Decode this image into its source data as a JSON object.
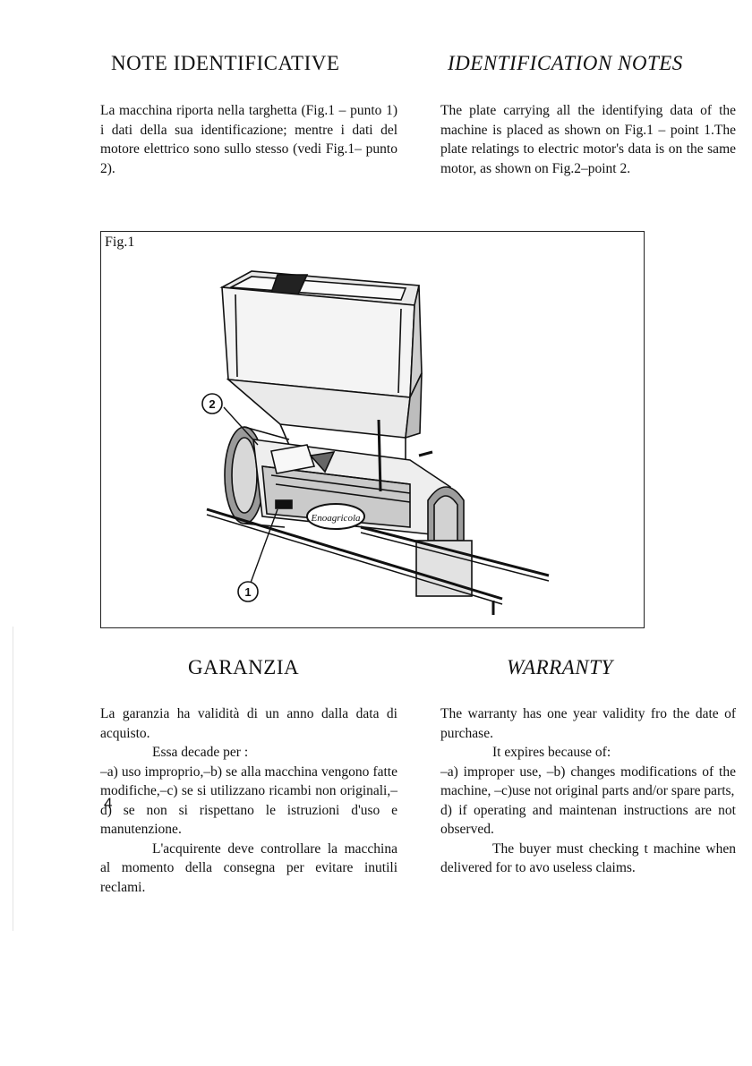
{
  "top": {
    "it_heading": "NOTE IDENTIFICATIVE",
    "en_heading": "IDENTIFICATION NOTES",
    "it_text": "La macchina riporta nella targhetta (Fig.1 – punto 1) i dati della sua identificazione; mentre i dati del motore elettrico sono sullo stesso (vedi Fig.1– punto 2).",
    "en_text": "The plate carrying all the identifying data of the machine is placed as shown on Fig.1 – point 1.The plate relatings to electric motor's data is on the same motor, as shown on Fig.2–point 2."
  },
  "figure": {
    "label": "Fig.1",
    "callout_1": "1",
    "callout_2": "2",
    "brand": "Enoagricola"
  },
  "warranty": {
    "it_heading": "GARANZIA",
    "en_heading": "WARRANTY",
    "it_p1": "La garanzia ha validità di un anno dalla data di acquisto.",
    "it_p2": "Essa decade per :",
    "it_p3": "–a) uso improprio,–b) se alla macchina vengono fatte modifiche,–c) se si utilizzano ricambi non originali,–d) se non si rispettano le istruzioni d'uso e manutenzione.",
    "it_p4": "L'acquirente deve controllare la macchina al momento della consegna per evitare inutili reclami.",
    "en_p1": "The warranty has one year validity fro the date of purchase.",
    "en_p2": "It expires because of:",
    "en_p3": "–a) improper use, –b) changes modifications of the machine, –c)use not original parts and/or spare parts,",
    "en_p4": "d) if operating and maintenan instructions are not observed.",
    "en_p5": "The buyer must checking t machine when delivered for to avo useless claims."
  },
  "page_number": "4"
}
